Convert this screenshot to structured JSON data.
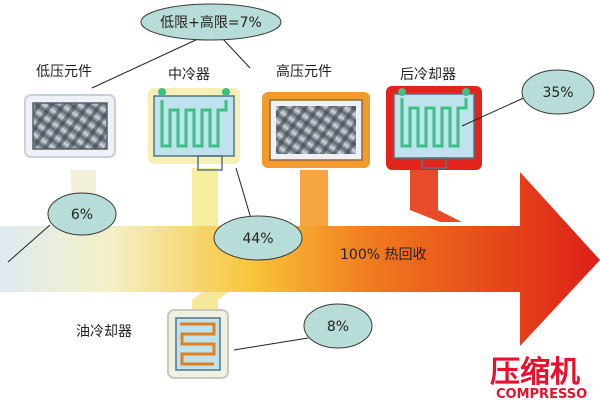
{
  "title_bubble": "低限+高限=7%",
  "components": {
    "low_pressure": "低压元件",
    "intercooler": "中冷器",
    "high_pressure": "高压元件",
    "aftercooler": "后冷却器",
    "oil_cooler": "油冷却器"
  },
  "percentages": {
    "low_side": "6%",
    "intercooler": "44%",
    "aftercooler": "35%",
    "oil_cooler": "8%"
  },
  "arrow_label": "100% 热回收",
  "watermark": {
    "cn": "压缩机",
    "en": "COMPRESSO"
  },
  "colors": {
    "arrow_start": "#f5f0b0",
    "arrow_mid": "#f7a11c",
    "arrow_end": "#e2231a",
    "bubble_fill": "#b8ddd8",
    "cooler_fill": "#bfe3ec",
    "coil": "#3dbf86",
    "oil_coil": "#e08020"
  }
}
